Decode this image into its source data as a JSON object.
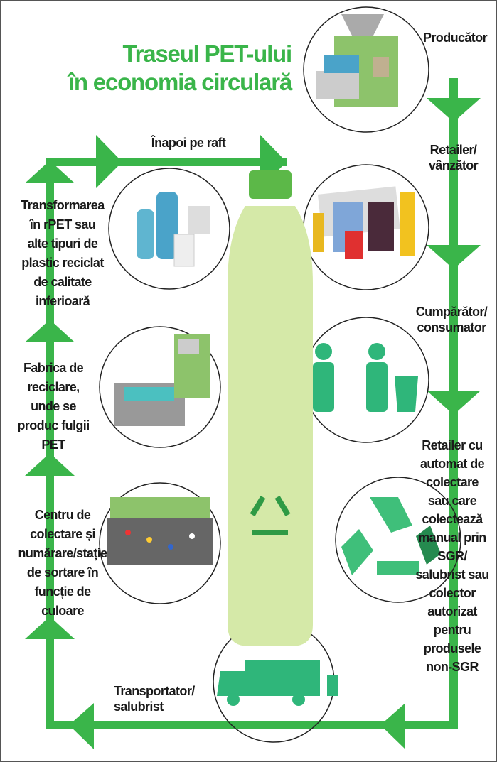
{
  "title": {
    "line1": "Traseul PET-ului",
    "line2": "în economia circulară"
  },
  "colors": {
    "accent": "#3ab54a",
    "icon_green": "#2fb67a"
  },
  "steps": {
    "producer": "Producător",
    "retailer": [
      "Retailer/",
      "vânzător"
    ],
    "consumer": [
      "Cumpărător/",
      "consumator"
    ],
    "collection": [
      "Retailer cu",
      "automat de",
      "colectare",
      "sau care",
      "colectează",
      "manual prin",
      "SGR/",
      "salubrist sau",
      "colector",
      "autorizat",
      "pentru",
      "produsele",
      "non-SGR"
    ],
    "transport": [
      "Transportator/",
      "salubrist"
    ],
    "sorting": [
      "Centru de",
      "colectare și",
      "numărare/stație",
      "de sortare în",
      "funcție de",
      "culoare"
    ],
    "factory": [
      "Fabrica de",
      "reciclare,",
      "unde se",
      "produc fulgii",
      "PET"
    ],
    "transform": [
      "Transformarea",
      "în rPET sau",
      "alte tipuri de",
      "plastic reciclat",
      "de calitate",
      "inferioară"
    ],
    "back_to_shelf": "Înapoi pe raft"
  }
}
